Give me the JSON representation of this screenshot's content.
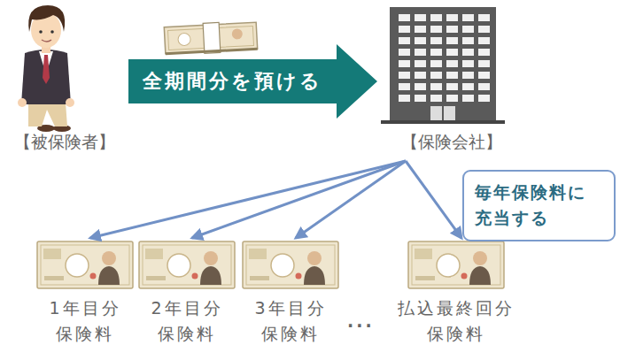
{
  "diagram": {
    "nodes": [
      {
        "text": [
          "【被保険者】"
        ]
      },
      {
        "text": [
          "【保険会社】"
        ]
      },
      {
        "text": [
          "1年目分 保険料"
        ]
      },
      {
        "text": [
          "2年目分 保険料"
        ]
      },
      {
        "text": [
          "3年目分 保険料"
        ]
      },
      {
        "text": [
          "払込最終回分 保険料"
        ]
      },
      {
        "text": [
          "毎年保険料に 充当する"
        ]
      }
    ],
    "edges": [
      {
        "from": 0,
        "to": 1,
        "label": "全期間分を預ける",
        "arrow": "to"
      },
      {
        "from": 1,
        "to": 2,
        "arrow": "to"
      },
      {
        "from": 1,
        "to": 3,
        "arrow": "to"
      },
      {
        "from": 1,
        "to": 4,
        "arrow": "to"
      },
      {
        "from": 1,
        "to": 5,
        "arrow": "to"
      }
    ],
    "labels": [
      "..."
    ]
  }
}
